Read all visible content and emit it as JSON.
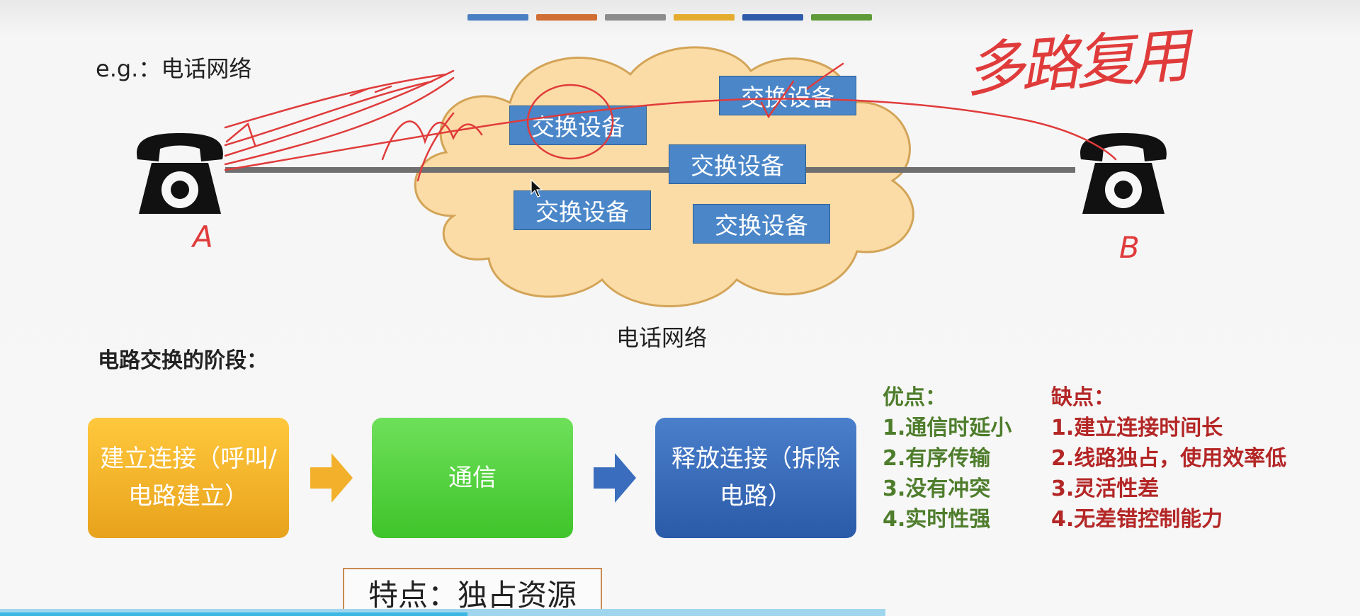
{
  "slide": {
    "color_bar": [
      "#4a80c3",
      "#d06e33",
      "#8c8c8c",
      "#e5ab2e",
      "#2f5ca8",
      "#5e9a38"
    ],
    "example_label": "e.g.：电话网络",
    "phone_a_label": "A",
    "phone_b_label": "B",
    "cloud_label": "电话网络",
    "switches": [
      "交换设备",
      "交换设备",
      "交换设备",
      "交换设备",
      "交换设备"
    ],
    "handwriting": "多路复用",
    "stage_title": "电路交换的阶段：",
    "stages": [
      "建立连接（呼叫/电路建立）",
      "通信",
      "释放连接（拆除电路）"
    ],
    "pros": {
      "title": "优点：",
      "items": [
        "1.通信时延小",
        "2.有序传输",
        "3.没有冲突",
        "4.实时性强"
      ]
    },
    "cons": {
      "title": "缺点：",
      "items": [
        "1.建立连接时间长",
        "2.线路独占，使用效率低",
        "3.灵活性差",
        "4.无差错控制能力"
      ]
    },
    "feature": "特点：独占资源",
    "colors": {
      "stage1": "#f0b02c",
      "stage2": "#52d13d",
      "stage3": "#3a6dbd",
      "pros": "#4e7d2c",
      "cons": "#b42626",
      "annotation": "#e03b3b"
    }
  }
}
